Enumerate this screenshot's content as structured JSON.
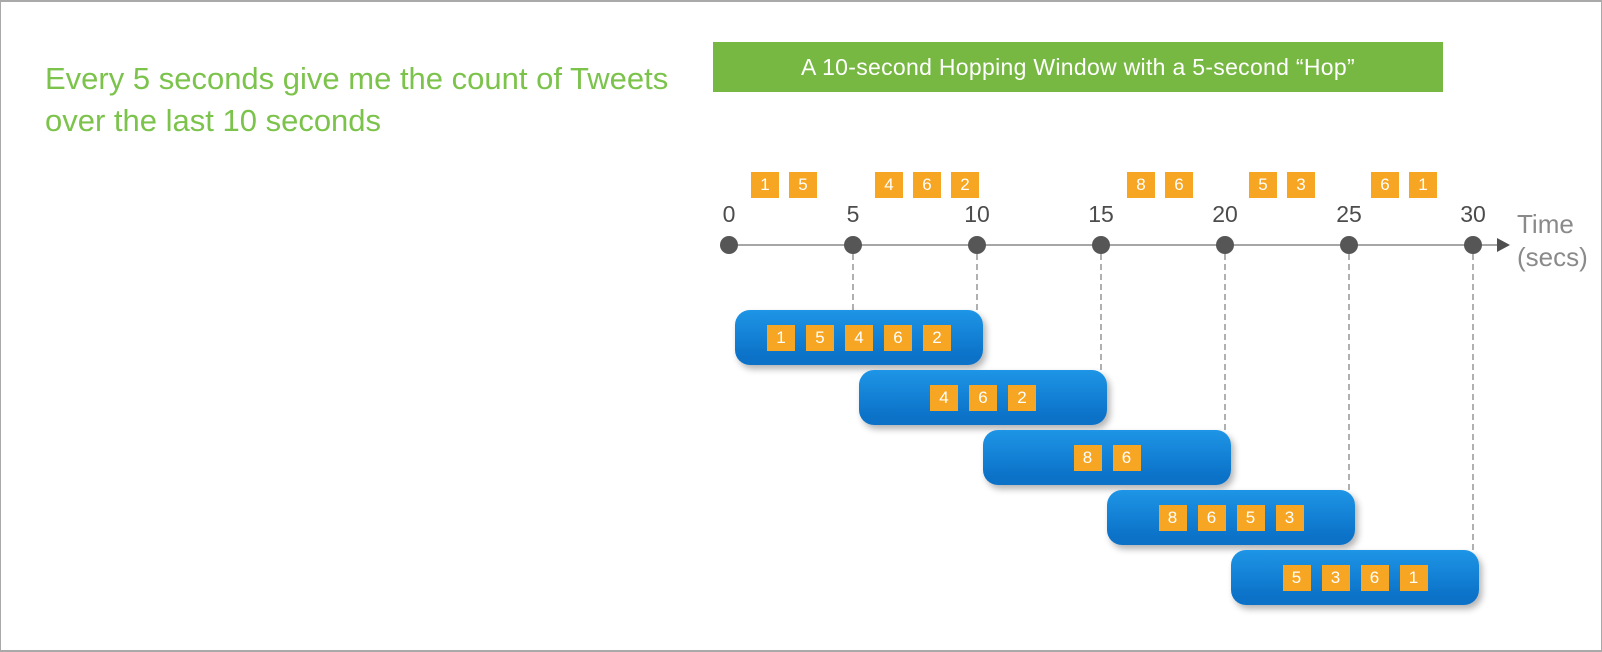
{
  "note": {
    "text": "Every 5 seconds give me the count of Tweets over the last 10 seconds"
  },
  "banner": {
    "title": "A 10-second Hopping Window with a 5-second “Hop”"
  },
  "timeline": {
    "ticks": [
      "0",
      "5",
      "10",
      "15",
      "20",
      "25",
      "30"
    ],
    "axis_label_line1": "Time",
    "axis_label_line2": "(secs)"
  },
  "stream_events": [
    {
      "values": [
        "1",
        "5"
      ]
    },
    {
      "values": [
        "4",
        "6",
        "2"
      ]
    },
    {
      "values": [
        "8",
        "6"
      ]
    },
    {
      "values": [
        "5",
        "3"
      ]
    },
    {
      "values": [
        "6",
        "1"
      ]
    }
  ],
  "windows": [
    {
      "events": [
        "1",
        "5",
        "4",
        "6",
        "2"
      ]
    },
    {
      "events": [
        "4",
        "6",
        "2"
      ]
    },
    {
      "events": [
        "8",
        "6"
      ]
    },
    {
      "events": [
        "8",
        "6",
        "5",
        "3"
      ]
    },
    {
      "events": [
        "5",
        "3",
        "6",
        "1"
      ]
    }
  ],
  "colors": {
    "note-green": "#7cc34c",
    "banner-green": "#77b843",
    "event-orange": "#f6a623",
    "window-blue-top": "#1e95e6",
    "window-blue-bottom": "#0b72c8",
    "line-gray": "#a6a6a6",
    "dot-gray": "#565656",
    "tick-gray": "#4c4c4c",
    "axis-gray": "#8a8a8a",
    "dash-gray": "#b0b0b0",
    "border-gray": "#a9a9a9"
  }
}
